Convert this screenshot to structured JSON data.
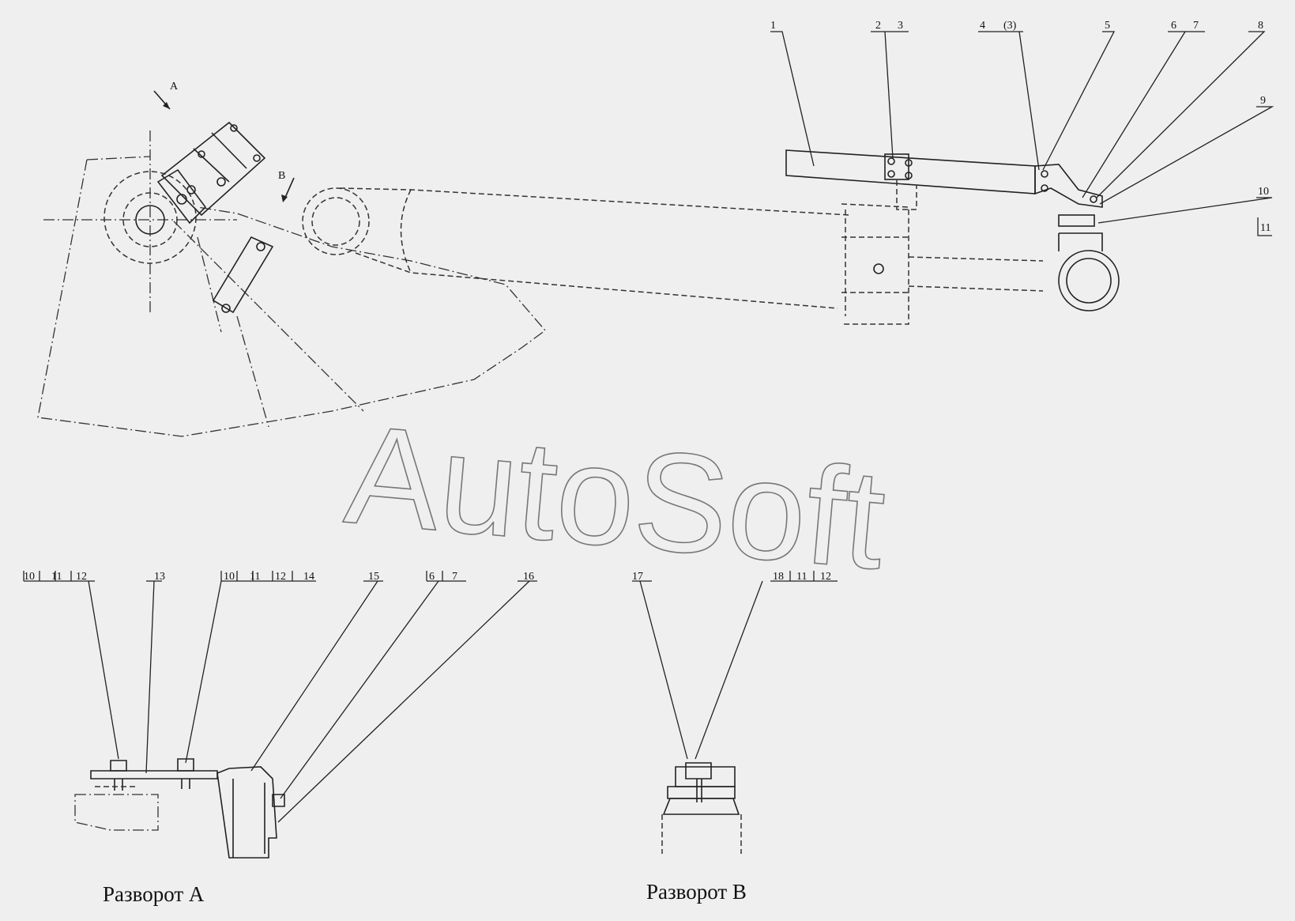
{
  "callouts": {
    "c1": "1",
    "c2": "2",
    "c3": "3",
    "c4": "4",
    "c4b": "(3)",
    "c5": "5",
    "c6": "6",
    "c7": "7",
    "c8": "8",
    "c9": "9",
    "c10": "10",
    "c11": "11"
  },
  "views": {
    "view_a_marker": "A",
    "view_b_marker": "B",
    "view_a_caption": "Разворот А",
    "view_b_caption": "Разворот В"
  },
  "callouts_view_a": {
    "g1a": "10",
    "g1b": "11",
    "g1c": "12",
    "n13": "13",
    "g2a": "10",
    "g2b": "11",
    "g2c": "12",
    "g2d": "14",
    "n15": "15",
    "g3a": "6",
    "g3b": "7",
    "n16": "16"
  },
  "callouts_view_b": {
    "n17": "17",
    "g4a": "18",
    "g4b": "11",
    "g4c": "12"
  },
  "watermark": "AutoSoft"
}
